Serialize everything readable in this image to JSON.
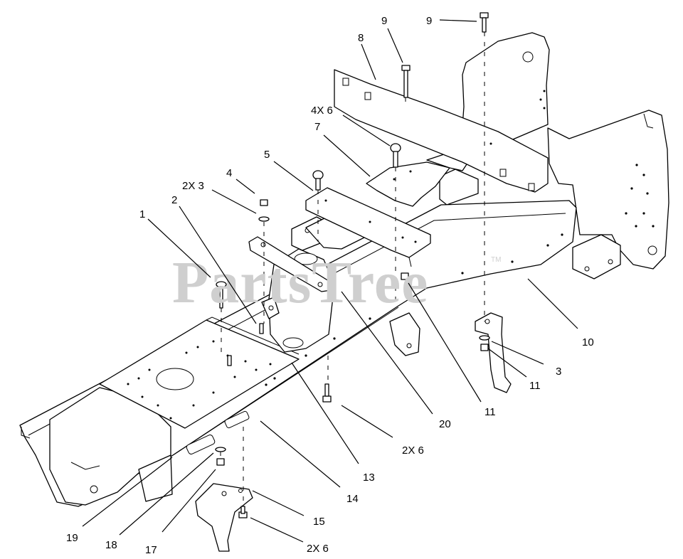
{
  "watermark": {
    "text": "PartsTree",
    "trademark": "TM"
  },
  "callouts": [
    {
      "id": "c1",
      "text": "1"
    },
    {
      "id": "c2",
      "text": "2"
    },
    {
      "id": "c2x3",
      "text": "2X 3"
    },
    {
      "id": "c4",
      "text": "4"
    },
    {
      "id": "c5",
      "text": "5"
    },
    {
      "id": "c4x6",
      "text": "4X 6"
    },
    {
      "id": "c7",
      "text": "7"
    },
    {
      "id": "c8",
      "text": "8"
    },
    {
      "id": "c9a",
      "text": "9"
    },
    {
      "id": "c9b",
      "text": "9"
    },
    {
      "id": "c10",
      "text": "10"
    },
    {
      "id": "c3",
      "text": "3"
    },
    {
      "id": "c11a",
      "text": "11"
    },
    {
      "id": "c11b",
      "text": "11"
    },
    {
      "id": "c20",
      "text": "20"
    },
    {
      "id": "c2x6a",
      "text": "2X 6"
    },
    {
      "id": "c13",
      "text": "13"
    },
    {
      "id": "c14",
      "text": "14"
    },
    {
      "id": "c15",
      "text": "15"
    },
    {
      "id": "c2x6b",
      "text": "2X 6"
    },
    {
      "id": "c17",
      "text": "17"
    },
    {
      "id": "c18",
      "text": "18"
    },
    {
      "id": "c19",
      "text": "19"
    }
  ]
}
